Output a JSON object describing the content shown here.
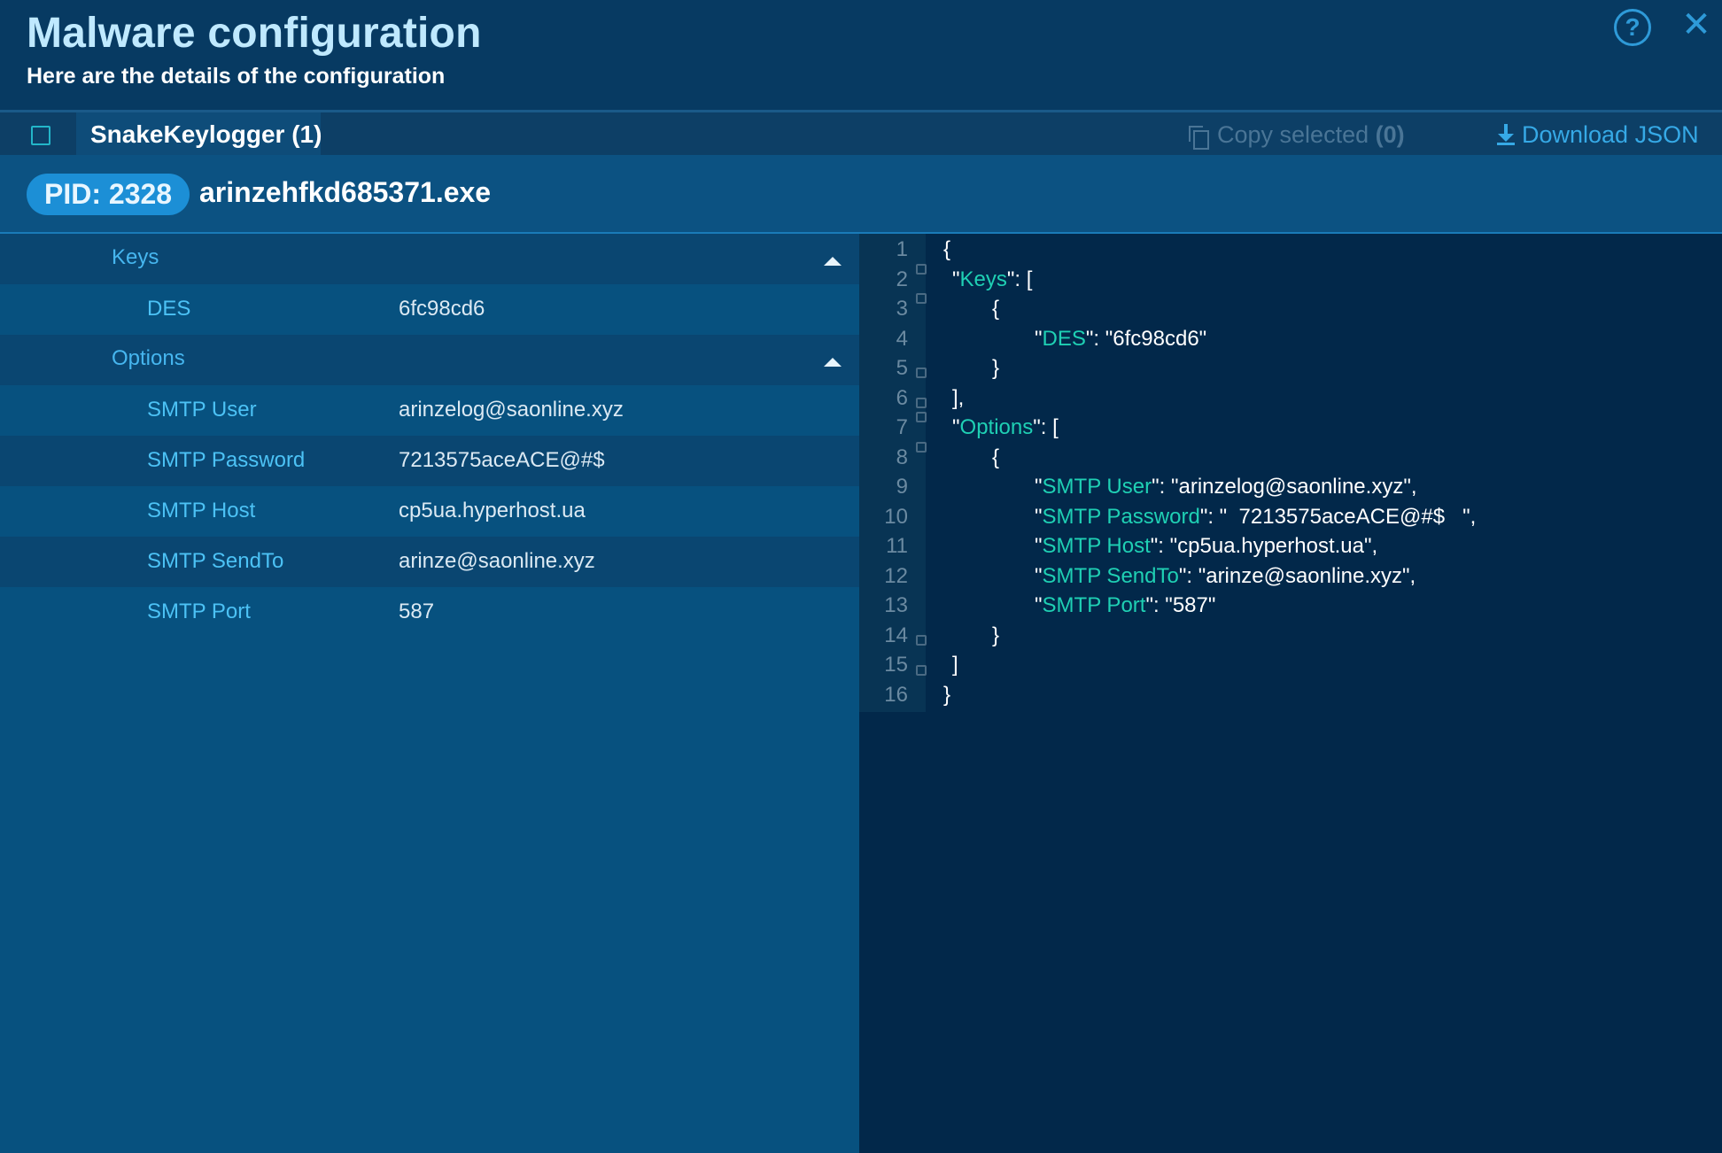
{
  "dialog": {
    "title": "Malware configuration",
    "subtitle": "Here are the details of the configuration",
    "help_icon": "question-circle-icon",
    "close_icon": "close-x-icon"
  },
  "tabbar": {
    "tab_label": "SnakeKeylogger (1)",
    "copy_label": "Copy selected",
    "copy_count": "(0)",
    "download_label": "Download JSON"
  },
  "process": {
    "pid_label": "PID: 2328",
    "exe": "arinzehfkd685371.exe"
  },
  "tree": {
    "keys_label": "Keys",
    "keys": [
      {
        "name": "DES",
        "value": "6fc98cd6"
      }
    ],
    "options_label": "Options",
    "options": [
      {
        "name": "SMTP User",
        "value": "arinzelog@saonline.xyz"
      },
      {
        "name": "SMTP Password",
        "value": "7213575aceACE@#$"
      },
      {
        "name": "SMTP Host",
        "value": "cp5ua.hyperhost.ua"
      },
      {
        "name": "SMTP SendTo",
        "value": "arinze@saonline.xyz"
      },
      {
        "name": "SMTP Port",
        "value": "587"
      }
    ]
  },
  "json_view": {
    "line_numbers": [
      "1",
      "2",
      "3",
      "4",
      "5",
      "6",
      "7",
      "8",
      "9",
      "10",
      "11",
      "12",
      "13",
      "14",
      "15",
      "16"
    ],
    "lines": [
      {
        "pre": "{",
        "key": "",
        "post": ""
      },
      {
        "pre": "\"",
        "key": "Keys",
        "post": "\": ["
      },
      {
        "pre": "{",
        "key": "",
        "post": ""
      },
      {
        "pre": "\"",
        "key": "DES",
        "post": "\": \"6fc98cd6\""
      },
      {
        "pre": "}",
        "key": "",
        "post": ""
      },
      {
        "pre": "],",
        "key": "",
        "post": ""
      },
      {
        "pre": "\"",
        "key": "Options",
        "post": "\": ["
      },
      {
        "pre": "{",
        "key": "",
        "post": ""
      },
      {
        "pre": "\"",
        "key": "SMTP User",
        "post": "\": \"arinzelog@saonline.xyz\","
      },
      {
        "pre": "\"",
        "key": "SMTP Password",
        "post": "\": \"  7213575aceACE@#$   \","
      },
      {
        "pre": "\"",
        "key": "SMTP Host",
        "post": "\": \"cp5ua.hyperhost.ua\","
      },
      {
        "pre": "\"",
        "key": "SMTP SendTo",
        "post": "\": \"arinze@saonline.xyz\","
      },
      {
        "pre": "\"",
        "key": "SMTP Port",
        "post": "\": \"587\""
      },
      {
        "pre": "}",
        "key": "",
        "post": ""
      },
      {
        "pre": "]",
        "key": "",
        "post": ""
      },
      {
        "pre": "}",
        "key": "",
        "post": ""
      }
    ]
  },
  "colors": {
    "accent": "#36a9e6",
    "json_key": "#1fd0b4",
    "title": "#bfe9ff"
  }
}
